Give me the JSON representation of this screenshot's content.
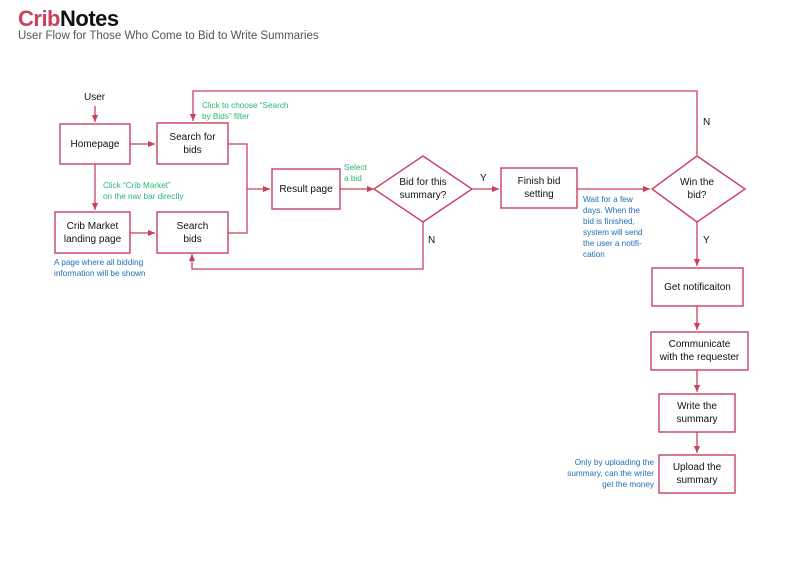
{
  "header": {
    "brand_part1": "Crib",
    "brand_part2": "Notes",
    "subtitle": "User Flow for Those Who Come to Bid to Write Summaries"
  },
  "colors": {
    "accent": "#c8415d",
    "note_green": "#2bb673",
    "note_blue": "#1f6fb8"
  },
  "labels": {
    "user": "User",
    "y1": "Y",
    "n1": "N",
    "n2": "N",
    "y2": "Y"
  },
  "nodes": {
    "homepage": "Homepage",
    "search_for_bids": "Search for\nbids",
    "crib_market": "Crib Market\nlanding page",
    "search_bids": "Search\nbids",
    "result_page": "Result page",
    "bid_decision": "Bid for this\nsummary?",
    "finish_bid": "Finish bid\nsetting",
    "win_decision": "Win the\nbid?",
    "get_notification": "Get notificaiton",
    "communicate": "Communicate\nwith the requester",
    "write_summary": "Write the\nsummary",
    "upload_summary": "Upload the\nsummary"
  },
  "notes": {
    "choose_filter": "Click to choose “Search\nby Bids” filter",
    "click_crib_market": "Click “Crib Market”\non the nav bar directly",
    "select_bid": "Select\na bid",
    "bidding_info": "A page where all bidding\ninformation will be shown",
    "wait_days": "Wait for a few\ndays. When the\nbid is finished,\nsystem will send\nthe user a notifi-\ncation",
    "upload_money": "Only by uploading the\nsummary, can the writer\nget the money"
  }
}
